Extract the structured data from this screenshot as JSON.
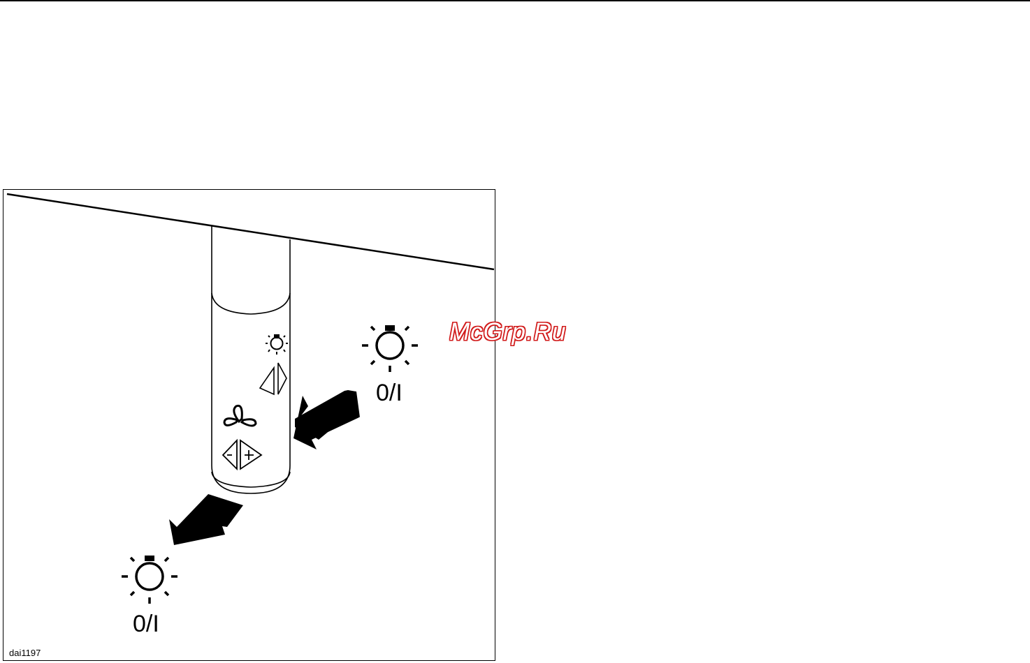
{
  "figure": {
    "state_label_right": "0/I",
    "state_label_left": "0/I",
    "reference_code": "dai1197"
  },
  "watermark": {
    "text": "McGrp.Ru",
    "color": "#d11b1b"
  },
  "icons": [
    "light-bulb-icon",
    "fan-icon",
    "increase-decrease-icon",
    "push-arrow-icon",
    "pull-arrow-icon"
  ]
}
